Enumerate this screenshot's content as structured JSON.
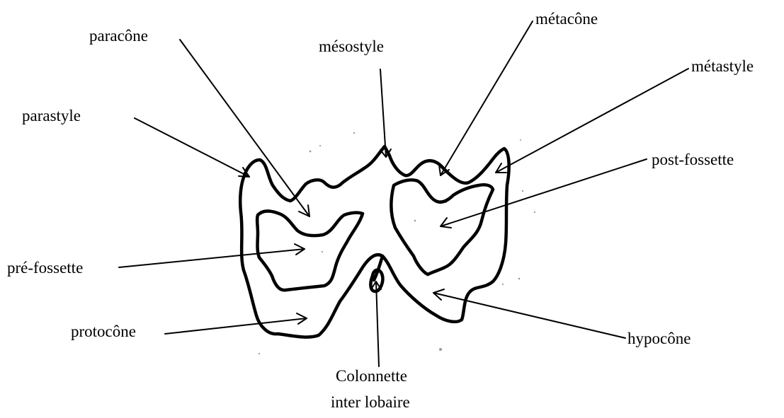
{
  "diagram": {
    "labels": {
      "paracone": "paracône",
      "mesostyle": "mésostyle",
      "metacone": "métacône",
      "metastyle": "métastyle",
      "parastyle": "parastyle",
      "post_fossette": "post-fossette",
      "pre_fossette": "pré-fossette",
      "protocone": "protocône",
      "hypocone": "hypocône",
      "colonnette_line1": "Colonnette",
      "colonnette_line2": "inter lobaire"
    }
  }
}
